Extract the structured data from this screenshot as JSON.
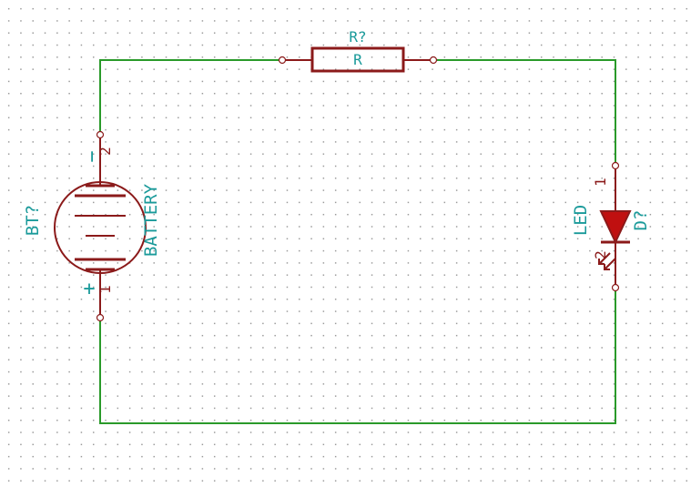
{
  "resistor": {
    "reference": "R?",
    "value": "R"
  },
  "battery": {
    "reference": "BT?",
    "value": "BATTERY",
    "pin_minus_symbol": "−",
    "pin_minus_number": "2",
    "pin_plus_symbol": "+",
    "pin_plus_number": "1"
  },
  "led": {
    "reference": "D?",
    "value": "LED",
    "pin1_number": "1",
    "pin2_number": "2"
  },
  "colors": {
    "wire": "#2a9a2a",
    "component": "#8b1a1a",
    "label": "#1a9a9a",
    "led_fill": "#c01010"
  }
}
